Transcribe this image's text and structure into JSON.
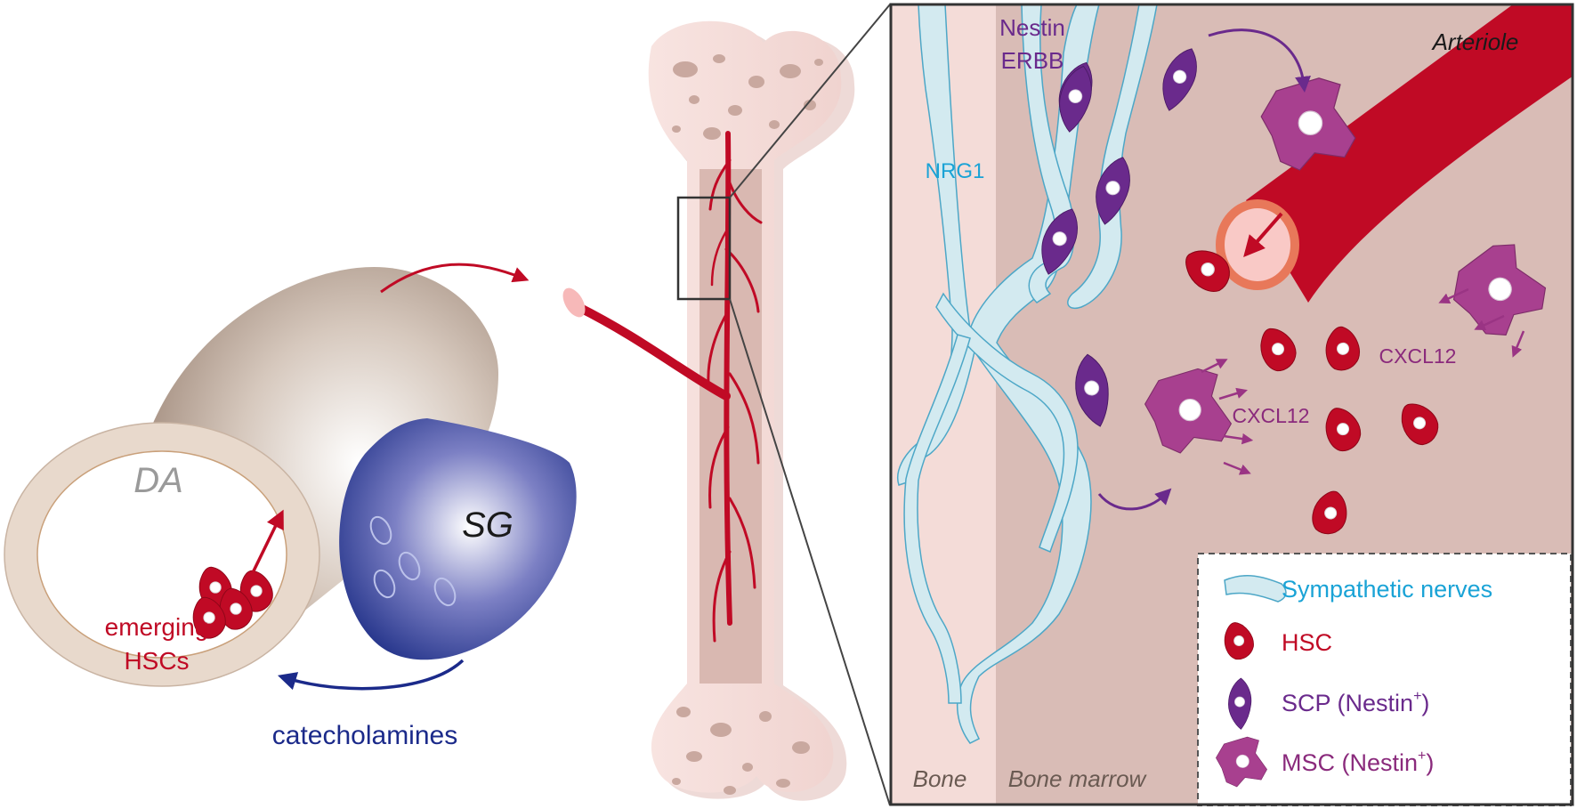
{
  "labels": {
    "da": "DA",
    "sg": "SG",
    "emerging_line1": "emerging",
    "emerging_line2": "HSCs",
    "catecholamines": "catecholamines",
    "nestin": "Nestin",
    "erbb": "ERBB",
    "nrg1": "NRG1",
    "arteriole": "Arteriole",
    "cxcl12_top": "CXCL12",
    "cxcl12_mid": "CXCL12",
    "bone": "Bone",
    "bone_marrow": "Bone marrow"
  },
  "legend": {
    "nerves": "Sympathetic nerves",
    "hsc": "HSC",
    "scp_text": "SCP (Nestin",
    "msc_text": "MSC (Nestin",
    "superscript": "+",
    "close_paren": ")"
  },
  "colors": {
    "hsc_red": "#c00a25",
    "scp_purple": "#6a2a8c",
    "msc_magenta": "#a8408f",
    "nerve_fill": "#d3eaf0",
    "nerve_stroke": "#4da7c7",
    "nerve_text": "#1aa3d6",
    "marrow": "#d9bcb6",
    "bone_strip": "#f4dcd8",
    "sg_blue": "#1a2e8c",
    "da_tan": "#b39e8e",
    "catechol_blue": "#1b2a8a"
  },
  "icons": {
    "hsc": "hsc-cell-icon",
    "scp": "scp-cell-icon",
    "msc": "msc-cell-icon",
    "nerve": "nerve-ribbon-icon"
  }
}
